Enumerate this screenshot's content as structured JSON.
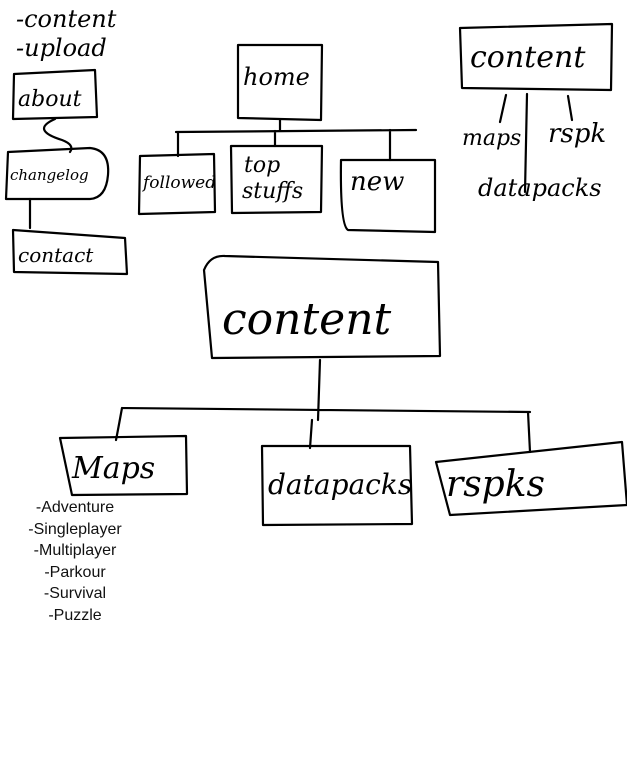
{
  "notes": [
    "-content",
    "-upload"
  ],
  "left_nav": {
    "about": "about",
    "changelog": "changelog",
    "contact": "contact"
  },
  "home_tree": {
    "root": "home",
    "children": [
      "followed",
      "top",
      "stuffs",
      "new"
    ]
  },
  "content_small": {
    "root": "content",
    "children": [
      "maps",
      "rspk",
      "datapacks"
    ]
  },
  "content_big": {
    "root": "content",
    "children": [
      "Maps",
      "datapacks",
      "rspks"
    ]
  },
  "maps_list": [
    "-Adventure",
    "-Singleplayer",
    "-Multiplayer",
    "-Parkour",
    "-Survival",
    "-Puzzle"
  ]
}
